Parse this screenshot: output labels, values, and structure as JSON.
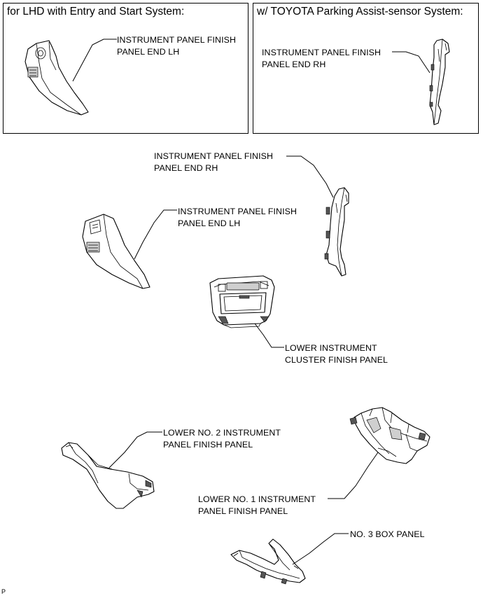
{
  "box_lhd": {
    "title": "for LHD with Entry and Start System:"
  },
  "box_pas": {
    "title": "w/ TOYOTA Parking Assist-sensor System:"
  },
  "labels": {
    "box_end_lh": [
      "INSTRUMENT PANEL FINISH",
      "PANEL END LH"
    ],
    "box_end_rh": [
      "INSTRUMENT PANEL FINISH",
      "PANEL END RH"
    ],
    "end_rh": [
      "INSTRUMENT PANEL FINISH",
      "PANEL END RH"
    ],
    "end_lh": [
      "INSTRUMENT PANEL FINISH",
      "PANEL END LH"
    ],
    "lower_cluster": [
      "LOWER INSTRUMENT",
      "CLUSTER FINISH PANEL"
    ],
    "lower_no2": [
      "LOWER NO. 2 INSTRUMENT",
      "PANEL FINISH PANEL"
    ],
    "lower_no1": [
      "LOWER NO. 1 INSTRUMENT",
      "PANEL FINISH PANEL"
    ],
    "box3": [
      "NO. 3 BOX PANEL"
    ]
  },
  "figure_code": "P"
}
